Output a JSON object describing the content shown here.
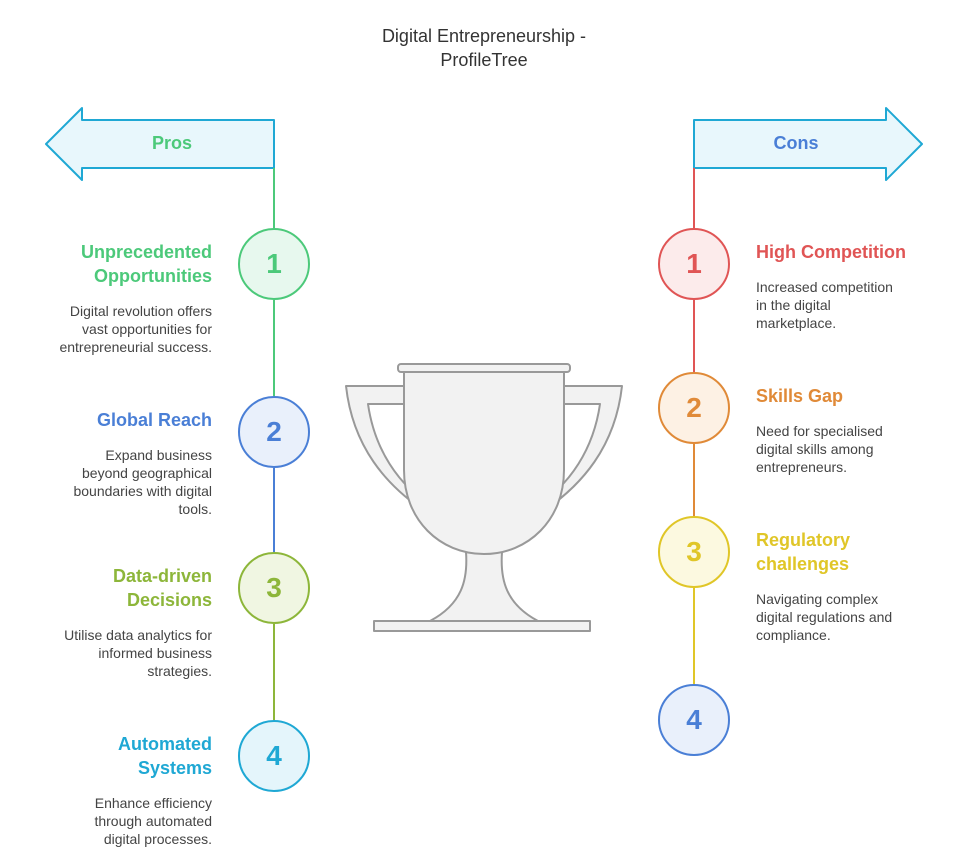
{
  "title_line1": "Digital Entrepreneurship -",
  "title_line2": "ProfileTree",
  "pros": {
    "label": "Pros",
    "items": [
      {
        "number": "1",
        "heading_line1": "Unprecedented",
        "heading_line2": "Opportunities",
        "desc": [
          "Digital revolution offers",
          "vast opportunities for",
          "entrepreneurial success."
        ],
        "color": "#4cc97a"
      },
      {
        "number": "2",
        "heading_line1": "Global Reach",
        "heading_line2": "",
        "desc": [
          "Expand business",
          "beyond geographical",
          "boundaries with digital",
          "tools."
        ],
        "color": "#4a7fd6"
      },
      {
        "number": "3",
        "heading_line1": "Data-driven",
        "heading_line2": "Decisions",
        "desc": [
          "Utilise data analytics for",
          "informed business",
          "strategies."
        ],
        "color": "#8db63a"
      },
      {
        "number": "4",
        "heading_line1": "Automated",
        "heading_line2": "Systems",
        "desc": [
          "Enhance efficiency",
          "through automated",
          "digital processes."
        ],
        "color": "#1fa8d4"
      }
    ]
  },
  "cons": {
    "label": "Cons",
    "items": [
      {
        "number": "1",
        "heading_line1": "High Competition",
        "heading_line2": "",
        "desc": [
          "Increased competition",
          "in the digital",
          "marketplace."
        ],
        "color": "#e05555"
      },
      {
        "number": "2",
        "heading_line1": "Skills Gap",
        "heading_line2": "",
        "desc": [
          "Need for specialised",
          "digital skills among",
          "entrepreneurs."
        ],
        "color": "#e08a38"
      },
      {
        "number": "3",
        "heading_line1": "Regulatory",
        "heading_line2": "challenges",
        "desc": [
          "Navigating complex",
          "digital regulations and",
          "compliance."
        ],
        "color": "#e0c628"
      },
      {
        "number": "4",
        "heading_line1": "",
        "heading_line2": "",
        "desc": [],
        "color": "#4a7fd6"
      }
    ]
  },
  "colors": {
    "arrow_fill": "#e8f7fc",
    "arrow_stroke": "#1fa8d4",
    "pros_label": "#4cc97a",
    "cons_label": "#4a7fd6",
    "trophy_fill": "#f2f2f2",
    "trophy_stroke": "#999999"
  }
}
